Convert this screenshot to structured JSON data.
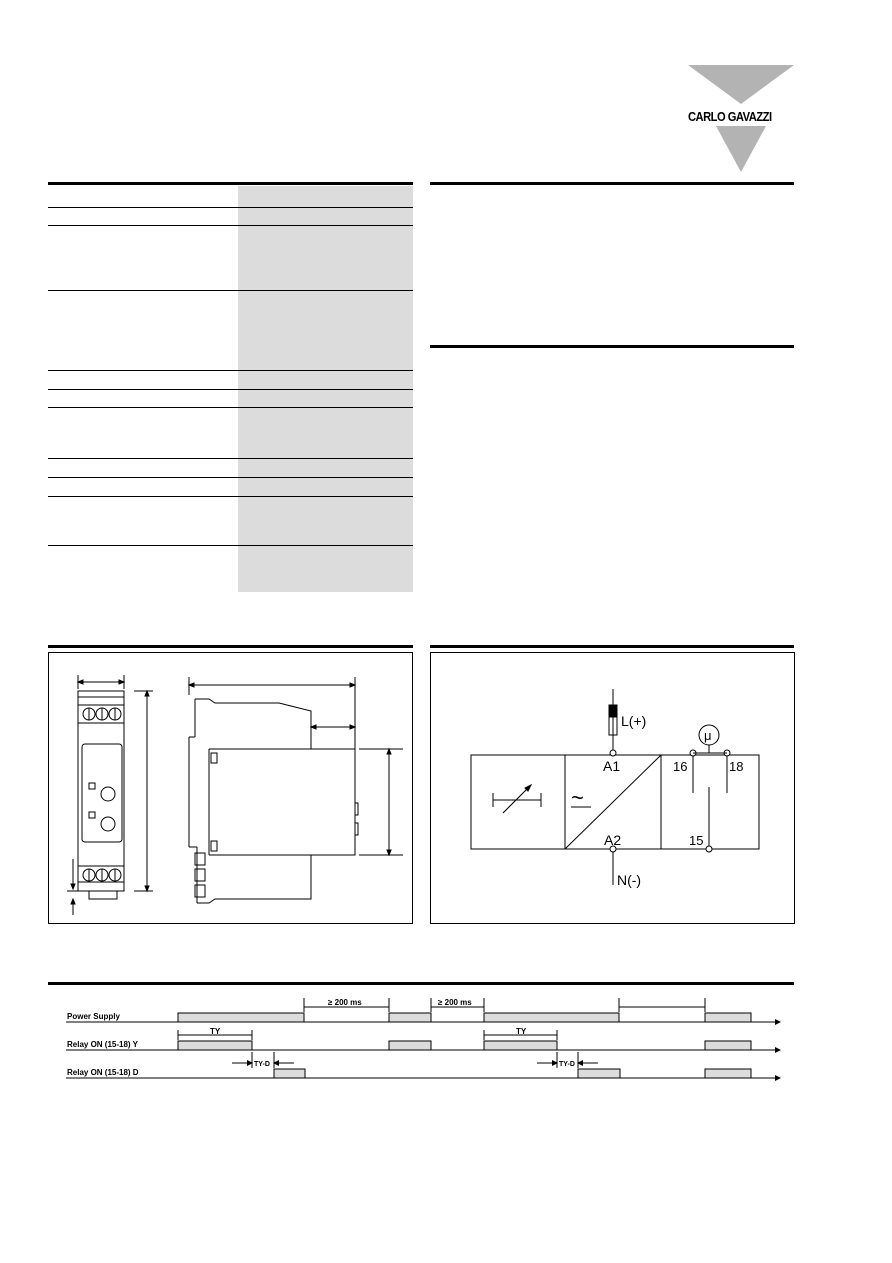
{
  "logo": {
    "brand": "CARLO GAVAZZI",
    "color": "#b3b3b3"
  },
  "wiring": {
    "supply_plus": "L(+)",
    "supply_minus": "N(-)",
    "terminal_a1": "A1",
    "terminal_a2": "A2",
    "terminal_16": "16",
    "terminal_18": "18",
    "terminal_15": "15",
    "relay_symbol": "μ",
    "ac_symbol": "~"
  },
  "timing": {
    "rows": [
      {
        "label": "Power Supply"
      },
      {
        "label": "Relay ON (15-18) Y"
      },
      {
        "label": "Relay ON (15-18) D"
      }
    ],
    "interval_1": "≥ 200 ms",
    "interval_2": "≥ 200 ms",
    "ty_label_1": "TY",
    "ty_label_2": "TY",
    "tyd_label_1": "TY-D",
    "tyd_label_2": "TY-D",
    "pulse_fill": "#dcdcdc"
  }
}
